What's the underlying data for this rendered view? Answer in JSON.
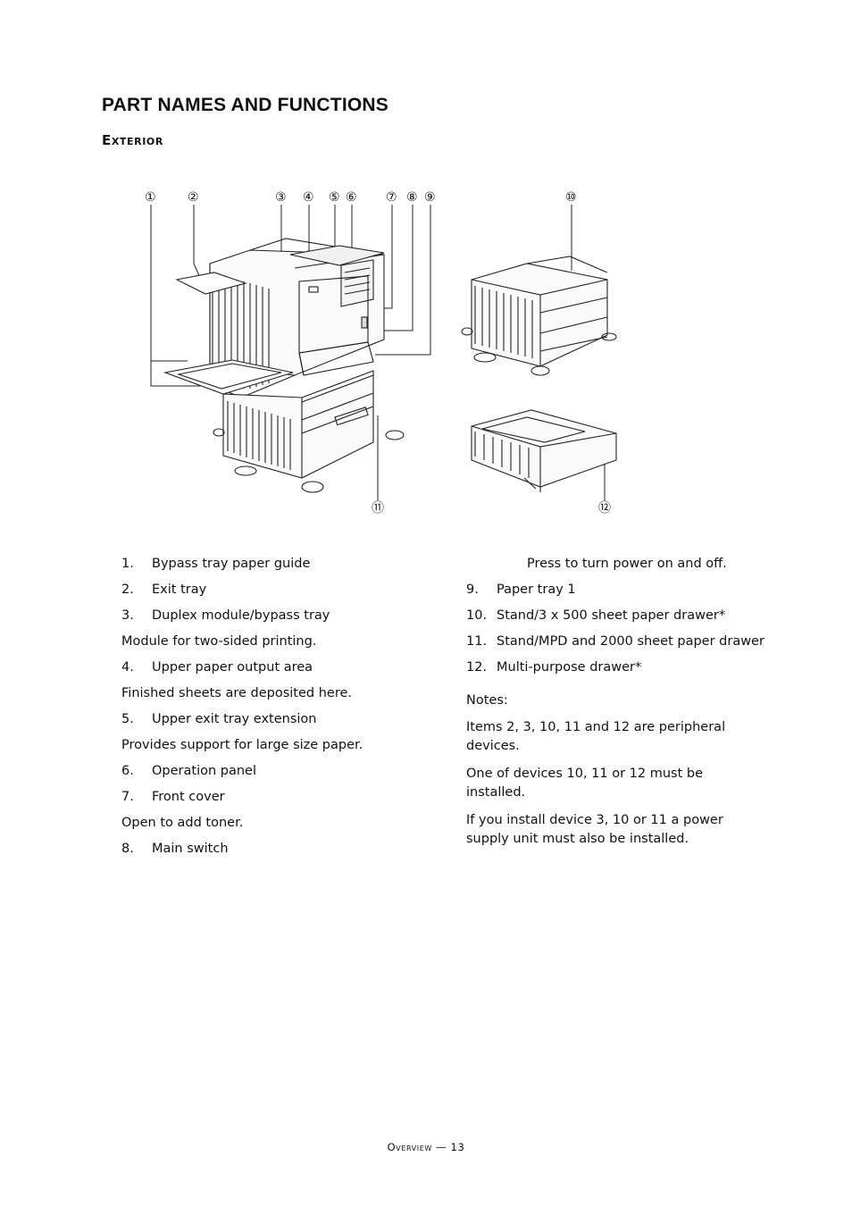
{
  "page": {
    "title": "Part Names and Functions",
    "subtitle": "Exterior",
    "footer": "Overview — 13"
  },
  "figure": {
    "callouts": [
      "①",
      "②",
      "③",
      "④",
      "⑤",
      "⑥",
      "⑦",
      "⑧",
      "⑨",
      "⑩",
      "⑪",
      "⑫"
    ]
  },
  "items_left": [
    {
      "num": "1.",
      "label": "Bypass tray paper guide",
      "desc": ""
    },
    {
      "num": "2.",
      "label": "Exit tray",
      "desc": ""
    },
    {
      "num": "3.",
      "label": "Duplex module/bypass tray",
      "desc": "Module for two-sided printing."
    },
    {
      "num": "4.",
      "label": "Upper paper output area",
      "desc": "Finished sheets are deposited here."
    },
    {
      "num": "5.",
      "label": "Upper exit tray extension",
      "desc": "Provides support for large size paper."
    },
    {
      "num": "6.",
      "label": "Operation panel",
      "desc": ""
    },
    {
      "num": "7.",
      "label": "Front cover",
      "desc": "Open to add toner."
    },
    {
      "num": "8.",
      "label": "Main switch",
      "desc": "Press to turn power on and off."
    }
  ],
  "items_right": [
    {
      "num": "9.",
      "label": "Paper tray 1"
    },
    {
      "num": "10.",
      "label": "Stand/3 x 500 sheet paper drawer*"
    },
    {
      "num": "11.",
      "label": "Stand/MPD and 2000 sheet paper drawer"
    },
    {
      "num": "12.",
      "label": "Multi-purpose drawer*"
    }
  ],
  "notes": {
    "heading": "Notes:",
    "lines": [
      "Items 2, 3, 10, 11 and 12 are peripheral devices.",
      "One of devices 10, 11 or 12 must be installed.",
      "If you install  device 3, 10 or 11 a power supply unit must also be installed."
    ]
  }
}
